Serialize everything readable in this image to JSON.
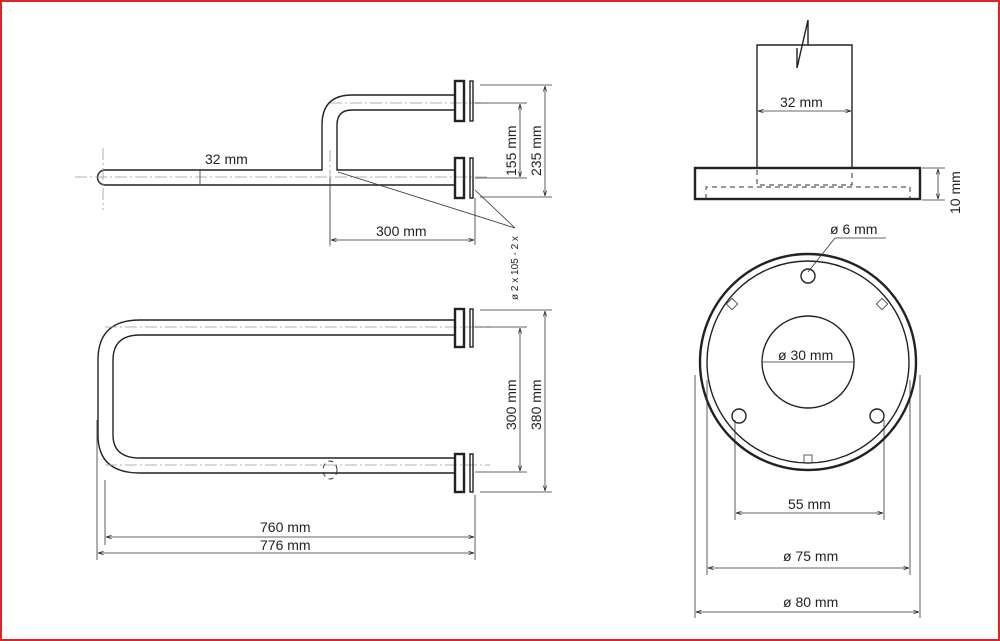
{
  "side_view": {
    "tube_diameter": "32 mm",
    "offset_inner": "155 mm",
    "offset_outer": "235 mm",
    "depth": "300 mm",
    "fixing_note": "ø 2 x 105 - 2 x"
  },
  "top_view": {
    "inner_height": "300 mm",
    "outer_height": "380 mm",
    "inner_length": "760 mm",
    "outer_length": "776 mm"
  },
  "flange_side": {
    "tube_diameter": "32 mm",
    "thickness": "10 mm"
  },
  "flange_front": {
    "hole_diameter": "ø 6 mm",
    "center_diameter": "ø 30 mm",
    "hole_spacing": "55 mm",
    "inner_diameter": "ø 75 mm",
    "outer_diameter": "ø 80 mm"
  },
  "colors": {
    "frame": "#d8262b",
    "line": "#222222"
  }
}
